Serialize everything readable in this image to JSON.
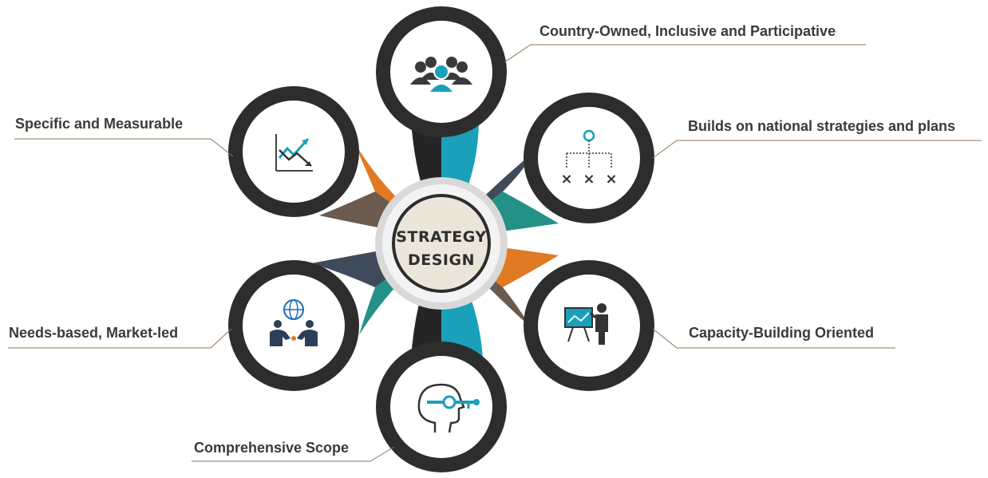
{
  "center": {
    "line1": "STRATEGY",
    "line2": "DESIGN"
  },
  "nodes": [
    {
      "id": "country-owned",
      "label": "Country-Owned, Inclusive and Participative",
      "icon": "people-group-icon",
      "color": "#1aa0b8"
    },
    {
      "id": "builds-on-national",
      "label": "Builds on national strategies and plans",
      "icon": "hierarchy-chart-icon",
      "color": "#3f4a5a"
    },
    {
      "id": "capacity-building",
      "label": "Capacity-Building Oriented",
      "icon": "presentation-board-icon",
      "color": "#e07a24"
    },
    {
      "id": "comprehensive-scope",
      "label": "Comprehensive Scope",
      "icon": "head-key-icon",
      "color": "#1aa0b8"
    },
    {
      "id": "needs-based",
      "label": "Needs-based, Market-led",
      "icon": "globe-handshake-icon",
      "color": "#3f4a5a"
    },
    {
      "id": "specific-measurable",
      "label": "Specific and Measurable",
      "icon": "trend-chart-icon",
      "color": "#e07a24"
    }
  ],
  "colors": {
    "ring": "#2d2d2d",
    "center_fill": "#ece6da",
    "connector_line": "#8b7355",
    "teal": "#1aa0b8",
    "orange": "#e07a24",
    "slate": "#3f4a5a",
    "brown": "#6b5a4e",
    "green_teal": "#249186",
    "dark": "#252525"
  }
}
